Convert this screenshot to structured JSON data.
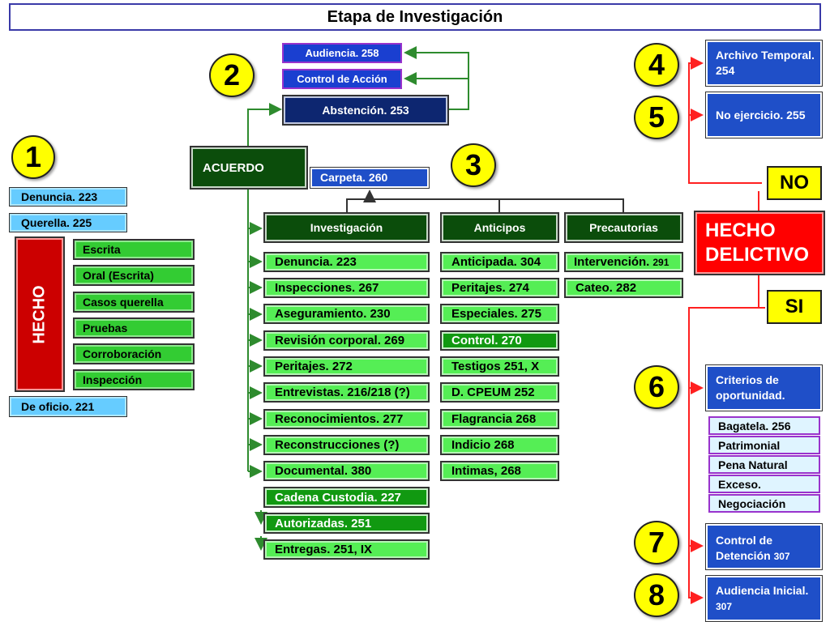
{
  "title": "Etapa de Investigación",
  "circles": [
    "1",
    "2",
    "3",
    "4",
    "5",
    "6",
    "7",
    "8"
  ],
  "left": {
    "denuncia": "Denuncia. 223",
    "querella": "Querella. 225",
    "hecho": "HECHO",
    "modes": [
      "Escrita",
      "Oral (Escrita)",
      "Casos querella",
      "Pruebas",
      "Corroboración",
      "Inspección"
    ],
    "de_oficio": "De oficio. 221"
  },
  "top": {
    "audiencia": "Audiencia. 258",
    "control_accion": "Control de Acción",
    "abstencion": "Abstención. 253",
    "acuerdo": "ACUERDO",
    "carpeta": "Carpeta. 260"
  },
  "columns": {
    "investigacion": {
      "header": "Investigación",
      "items": [
        "Denuncia. 223",
        "Inspecciones. 267",
        "Aseguramiento. 230",
        "Revisión corporal. 269",
        "Peritajes. 272",
        "Entrevistas. 216/218 (?)",
        "Reconocimientos. 277",
        "Reconstrucciones (?)",
        "Documental. 380"
      ],
      "dark_items": [
        "Cadena Custodia. 227",
        "Autorizadas. 251"
      ],
      "last_item": "Entregas. 251, IX"
    },
    "anticipos": {
      "header": "Anticipos",
      "items": [
        "Anticipada. 304",
        "Peritajes. 274",
        "Especiales. 275",
        "Control. 270",
        "Testigos 251, X",
        "D. CPEUM 252",
        "Flagrancia 268",
        "Indicio 268",
        "Intimas, 268"
      ]
    },
    "precautorias": {
      "header": "Precautorias",
      "intervencion": "Intervención.",
      "intervencion_num": "291",
      "cateo": "Cateo. 282"
    }
  },
  "right": {
    "archivo": "Archivo Temporal. 254",
    "no_ejercicio": "No ejercicio. 255",
    "no": "NO",
    "hecho_delictivo": "HECHO DELICTIVO",
    "si": "SI",
    "criterios": "Criterios de oportunidad.",
    "criterios_items": [
      "Bagatela. 256",
      "Patrimonial",
      "Pena Natural",
      "Exceso.",
      "Negociación"
    ],
    "control_detencion": "Control de Detención",
    "control_detencion_num": "307",
    "audiencia_inicial": "Audiencia Inicial.",
    "audiencia_inicial_num": "307"
  },
  "colors": {
    "green_line": "#2e8b2e",
    "red_line": "#ff2020",
    "circle": "#ffff00"
  }
}
